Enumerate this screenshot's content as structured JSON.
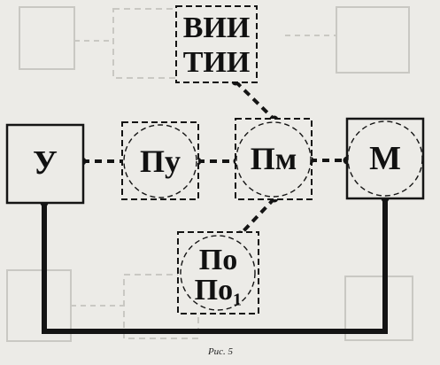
{
  "nodes": {
    "u": {
      "label": "У"
    },
    "pu": {
      "label": "Пу"
    },
    "pm": {
      "label": "Пм"
    },
    "m": {
      "label": "М"
    },
    "vii": {
      "line1": "ВИИ",
      "line2": "ТИИ"
    },
    "po": {
      "line1": "По",
      "line2": "По₁"
    }
  },
  "caption": "Рис. 5",
  "colors": {
    "ink": "#141414",
    "paper": "#ecebe7",
    "ghost": "#c9c8c3"
  }
}
